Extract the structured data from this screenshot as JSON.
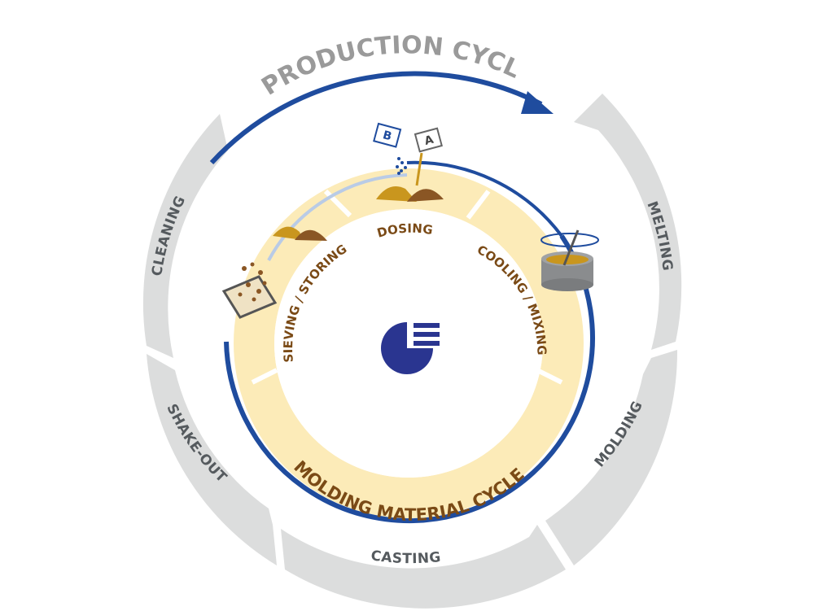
{
  "title": "PRODUCTION CYCLE",
  "inner_cycle_title": "MOLDING MATERIAL CYCLE",
  "production_steps": [
    {
      "id": "melting",
      "label": "MELTING"
    },
    {
      "id": "molding",
      "label": "MOLDING"
    },
    {
      "id": "casting",
      "label": "CASTING"
    },
    {
      "id": "shake-out",
      "label": "SHAKE-OUT"
    },
    {
      "id": "cleaning",
      "label": "CLEANING"
    }
  ],
  "material_steps": [
    {
      "id": "dosing",
      "label": "DOSING"
    },
    {
      "id": "cooling-mixing",
      "label": "COOLING / MIXING"
    },
    {
      "id": "sieving-storing",
      "label": "SIEVING / STORING"
    }
  ],
  "tags": {
    "a": "A",
    "b": "B"
  },
  "colors": {
    "outer_ring": "#dcdddd",
    "blue_arrow": "#1f4c9e",
    "inner_ring": "#fcebb8",
    "brown_text": "#7a4a16",
    "gray_text": "#555a5e",
    "title_gray": "#9a9a9a",
    "logo_blue": "#2a3590"
  }
}
